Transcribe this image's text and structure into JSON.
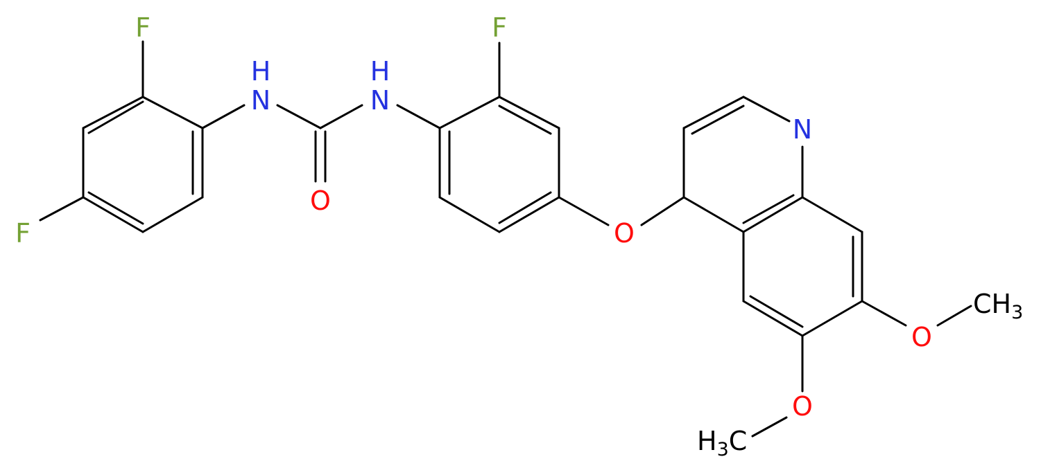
{
  "colors": {
    "bond": "#000000",
    "F": "#74A134",
    "N": "#2432E0",
    "O": "#FF0D0D",
    "C": "#000000"
  },
  "atoms": {
    "f_top_left": "F",
    "f_left": "F",
    "nh_left": "H",
    "nh_left_n": "N",
    "nh_right": "H",
    "nh_right_n": "N",
    "o_carbonyl": "O",
    "f_middle": "F",
    "o_ether": "O",
    "n_quinoline": "N",
    "o_methoxy_right": "O",
    "ch3_right_main": "CH",
    "ch3_right_sub": "3",
    "o_methoxy_bottom": "O",
    "h3c_bottom_h": "H",
    "h3c_bottom_sub": "3",
    "h3c_bottom_c": "C"
  }
}
